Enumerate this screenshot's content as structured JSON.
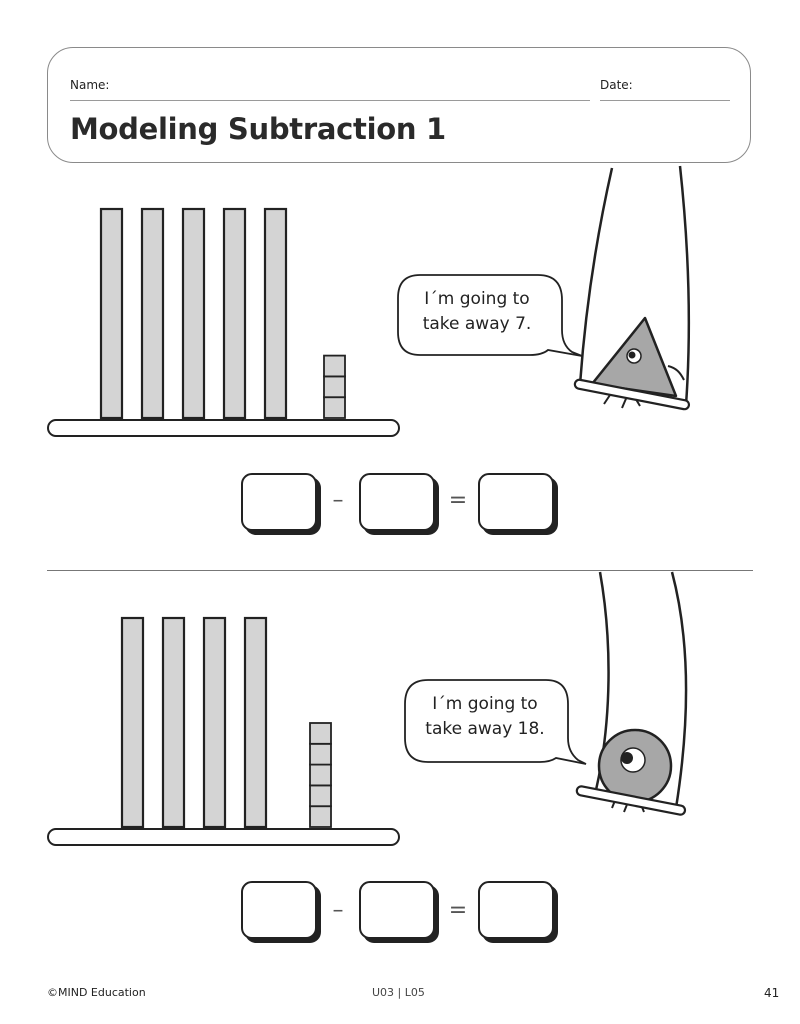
{
  "header": {
    "name_label": "Name:",
    "date_label": "Date:",
    "title": "Modeling Subtraction 1"
  },
  "problems": [
    {
      "tens_rods": 5,
      "ones_cubes": 3,
      "speech": "I´m going to take away 7.",
      "speech_lines": [
        "I´m going to",
        "take away 7."
      ],
      "character": "triangle",
      "minus_sign": "–",
      "equals_sign": "="
    },
    {
      "tens_rods": 4,
      "ones_cubes": 5,
      "speech": "I´m going to take away 18.",
      "speech_lines": [
        "I´m going to",
        "take away 18."
      ],
      "character": "circle",
      "minus_sign": "–",
      "equals_sign": "="
    }
  ],
  "footer": {
    "copyright": "©MIND Education",
    "lesson_code": "U03 | L05",
    "page_number": "41"
  },
  "colors": {
    "block_fill": "#d4d4d4",
    "character_fill": "#a7a7a7",
    "stroke": "#222222"
  }
}
